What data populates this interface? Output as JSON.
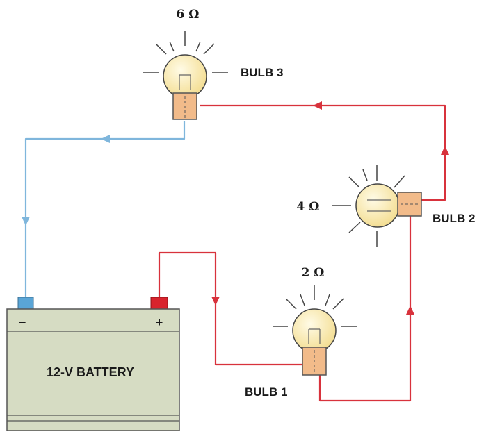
{
  "battery": {
    "label": "12-V BATTERY",
    "negative_symbol": "−",
    "positive_symbol": "+"
  },
  "bulbs": [
    {
      "label": "BULB 1",
      "resistance": "2 Ω"
    },
    {
      "label": "BULB 2",
      "resistance": "4 Ω"
    },
    {
      "label": "BULB 3",
      "resistance": "6 Ω"
    }
  ],
  "colors": {
    "positive_wire": "#d8323c",
    "negative_wire": "#7fb6dc",
    "bulb_glass": "#f7e6a2",
    "bulb_base": "#f2bb8a",
    "battery_body": "#d6dcc3",
    "positive_terminal": "#d8232d",
    "negative_terminal": "#5aa5d6"
  },
  "icons": {
    "bulb": "light-bulb-icon",
    "arrow": "current-direction-arrow-icon"
  }
}
